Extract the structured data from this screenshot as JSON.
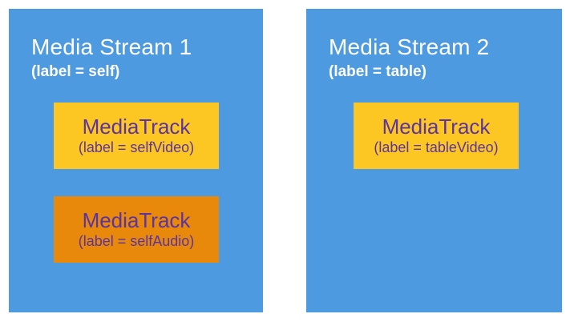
{
  "colors": {
    "background": "#ffffff",
    "stream_blue": "#4d9ae0",
    "video_yellow": "#fdc723",
    "audio_orange": "#e8890c",
    "track_text_purple": "#5c34a2",
    "stream_text_white": "#ffffff"
  },
  "streams": [
    {
      "title": "Media Stream 1",
      "subtitle": "(label = self)",
      "tracks": [
        {
          "name": "MediaTrack",
          "label": "(label = selfVideo)"
        },
        {
          "name": "MediaTrack",
          "label": "(label = selfAudio)"
        }
      ]
    },
    {
      "title": "Media Stream 2",
      "subtitle": "(label = table)",
      "tracks": [
        {
          "name": "MediaTrack",
          "label": "(label = tableVideo)"
        }
      ]
    }
  ]
}
